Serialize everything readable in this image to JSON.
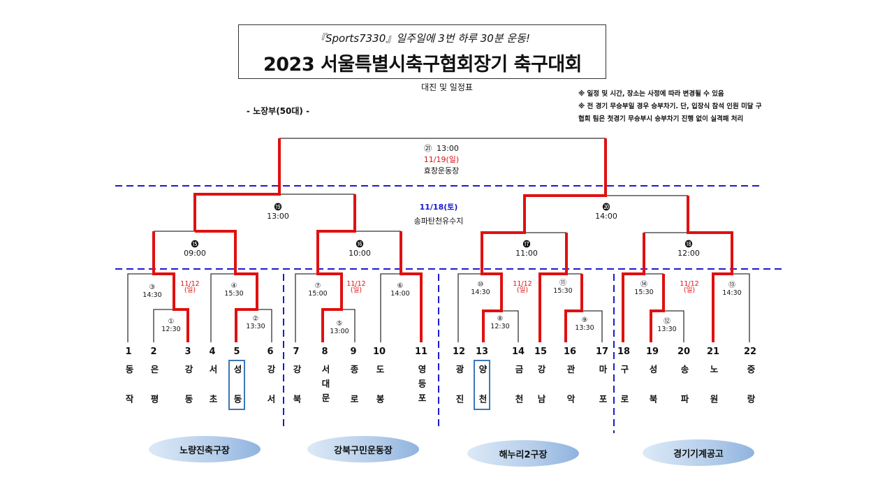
{
  "header": {
    "subtitle": "『Sports7330』일주일에 3번 하루 30분 운동!",
    "title": "2023  서울특별시축구협회장기  축구대회",
    "doc_label": "대진 및 일정표",
    "division": "- 노장부(50대) -",
    "notes": [
      "※ 일정 및 시간, 장소는 사정에 따라 변경될 수 있음",
      "※ 전 경기 무승부일 경우 승부차기. 단, 입장식 참석 인원 미달 구",
      "협회 팀은 첫경기 무승부시 승부차기 진행 없이 실격패 처리"
    ]
  },
  "final": {
    "marker": "㉑",
    "time": "13:00",
    "date": "11/19(일)",
    "venue": "효창운동장"
  },
  "round2_info": {
    "date": "11/18(토)",
    "venue": "송파탄천유수지"
  },
  "matches_upper": [
    {
      "marker": "⓳",
      "time": "13:00"
    },
    {
      "marker": "⓴",
      "time": "14:00"
    },
    {
      "marker": "⓯",
      "time": "09:00"
    },
    {
      "marker": "⓰",
      "time": "10:00"
    },
    {
      "marker": "⓱",
      "time": "11:00"
    },
    {
      "marker": "⓲",
      "time": "12:00"
    }
  ],
  "round1_date": {
    "line1": "11/12",
    "line2": "(일)"
  },
  "matches_lower": [
    {
      "marker": "③",
      "time": "14:30"
    },
    {
      "marker": "④",
      "time": "15:30"
    },
    {
      "marker": "①",
      "time": "12:30"
    },
    {
      "marker": "②",
      "time": "13:30"
    },
    {
      "marker": "⑦",
      "time": "15:00"
    },
    {
      "marker": "⑥",
      "time": "14:00"
    },
    {
      "marker": "⑤",
      "time": "13:00"
    },
    {
      "marker": "⑩",
      "time": "14:30"
    },
    {
      "marker": "⑪",
      "time": "15:30"
    },
    {
      "marker": "⑧",
      "time": "12:30"
    },
    {
      "marker": "⑨",
      "time": "13:30"
    },
    {
      "marker": "⑭",
      "time": "15:30"
    },
    {
      "marker": "⑬",
      "time": "14:30"
    },
    {
      "marker": "⑫",
      "time": "13:30"
    }
  ],
  "teams": [
    {
      "num": "1",
      "name": "동작"
    },
    {
      "num": "2",
      "name": "은평"
    },
    {
      "num": "3",
      "name": "강동"
    },
    {
      "num": "4",
      "name": "서초"
    },
    {
      "num": "5",
      "name": "성동"
    },
    {
      "num": "6",
      "name": "강서"
    },
    {
      "num": "7",
      "name": "강북"
    },
    {
      "num": "8",
      "name": "서대문"
    },
    {
      "num": "9",
      "name": "종로"
    },
    {
      "num": "10",
      "name": "도봉"
    },
    {
      "num": "11",
      "name": "영등포"
    },
    {
      "num": "12",
      "name": "광진"
    },
    {
      "num": "13",
      "name": "양천"
    },
    {
      "num": "14",
      "name": "금천"
    },
    {
      "num": "15",
      "name": "강남"
    },
    {
      "num": "16",
      "name": "관악"
    },
    {
      "num": "17",
      "name": "마포"
    },
    {
      "num": "18",
      "name": "구로"
    },
    {
      "num": "19",
      "name": "성북"
    },
    {
      "num": "20",
      "name": "송파"
    },
    {
      "num": "21",
      "name": "노원"
    },
    {
      "num": "22",
      "name": "중랑"
    }
  ],
  "venues": [
    "노량진축구장",
    "강북구민운동장",
    "해누리2구장",
    "경기기계공고"
  ],
  "colors": {
    "winner_line": "#e01010",
    "divider": "#1a1ad0",
    "highlight": "#3a78b5"
  }
}
